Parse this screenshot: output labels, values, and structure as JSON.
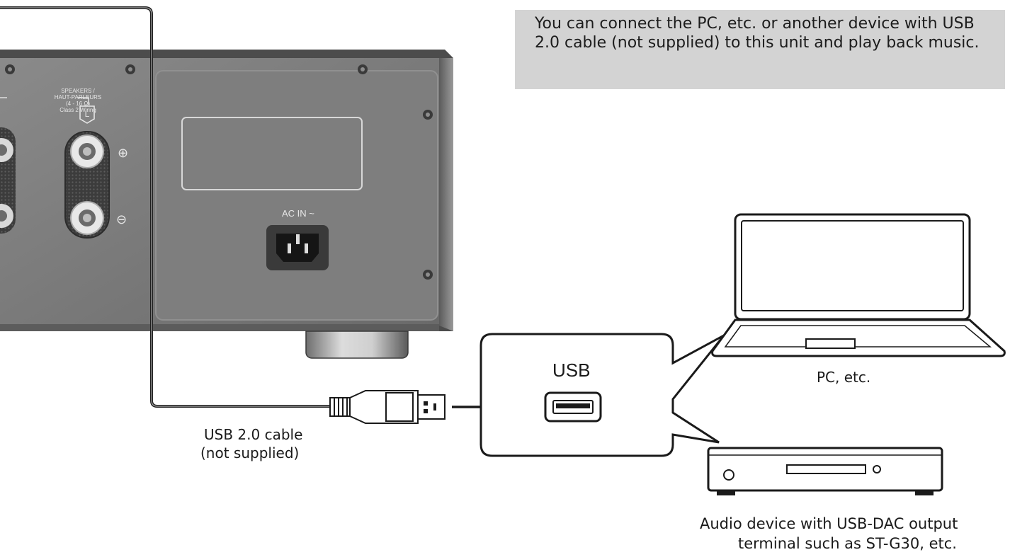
{
  "note": {
    "text": "You can connect the PC, etc. or another device with USB 2.0 cable (not supplied) to this unit and play back music."
  },
  "unit_panel": {
    "speakers_line1": "SPEAKERS /",
    "speakers_line2": "HAUT-PARLEURS",
    "speakers_line3": "(4 - 16 Ω)",
    "speakers_line4": "Class 2 Wiring",
    "channel_label": "L",
    "plus_symbol": "⊕",
    "minus_symbol": "⊖",
    "ac_in_label": "AC IN ~"
  },
  "cable": {
    "label_line1": "USB 2.0 cable",
    "label_line2": "(not supplied)"
  },
  "callout": {
    "usb_label": "USB"
  },
  "devices": {
    "pc_label": "PC, etc.",
    "audio_label_line1": "Audio device with USB-DAC output",
    "audio_label_line2": "terminal such as ST-G30, etc."
  },
  "colors": {
    "panel_face": "#7a7a7a",
    "panel_edge": "#4a4a4a",
    "note_background": "#d3d3d3",
    "line": "#1a1a1a"
  },
  "icons": [
    "screw-icon",
    "plus-terminal-icon",
    "minus-terminal-icon",
    "ac-inlet-icon",
    "usb-port-icon",
    "usb-plug-icon",
    "laptop-icon",
    "audio-device-icon",
    "arrow-right-icon"
  ]
}
